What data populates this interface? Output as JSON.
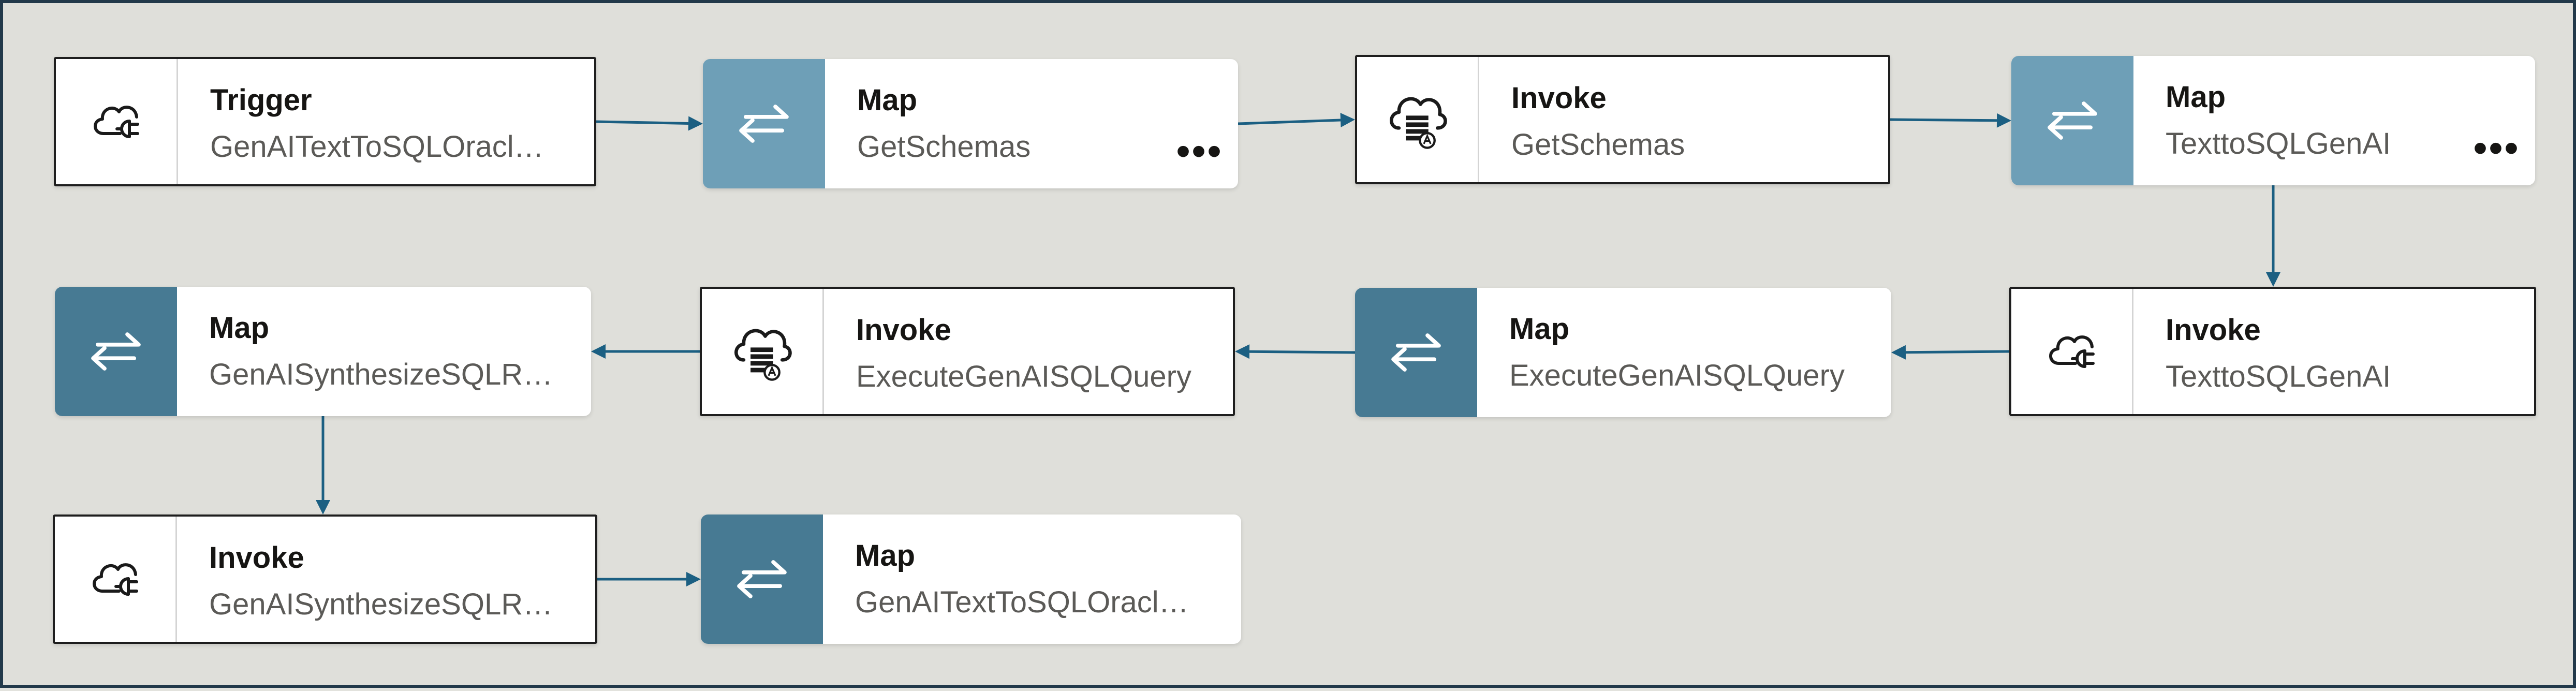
{
  "nodes": [
    {
      "id": "n1",
      "type": "Trigger",
      "name": "GenAITextToSQLOracl…",
      "icon": "cloud-plug-icon",
      "has_more": false
    },
    {
      "id": "n2",
      "type": "Map",
      "name": "GetSchemas",
      "icon": "map-arrows-icon",
      "has_more": true
    },
    {
      "id": "n3",
      "type": "Invoke",
      "name": "GetSchemas",
      "icon": "cloud-database-icon",
      "has_more": false
    },
    {
      "id": "n4",
      "type": "Map",
      "name": "TexttoSQLGenAI",
      "icon": "map-arrows-icon",
      "has_more": true
    },
    {
      "id": "n5",
      "type": "Invoke",
      "name": "TexttoSQLGenAI",
      "icon": "cloud-plug-icon",
      "has_more": false
    },
    {
      "id": "n6",
      "type": "Map",
      "name": "ExecuteGenAISQLQuery",
      "icon": "map-arrows-icon",
      "has_more": false
    },
    {
      "id": "n7",
      "type": "Invoke",
      "name": "ExecuteGenAISQLQuery",
      "icon": "cloud-database-icon",
      "has_more": false
    },
    {
      "id": "n8",
      "type": "Map",
      "name": "GenAISynthesizeSQLR…",
      "icon": "map-arrows-icon",
      "has_more": false
    },
    {
      "id": "n9",
      "type": "Invoke",
      "name": "GenAISynthesizeSQLR…",
      "icon": "cloud-plug-icon",
      "has_more": false
    },
    {
      "id": "n10",
      "type": "Map",
      "name": "GenAITextToSQLOracl…",
      "icon": "map-arrows-icon",
      "has_more": false
    }
  ],
  "more_label": "•••",
  "edges": [
    [
      "n1",
      "n2"
    ],
    [
      "n2",
      "n3"
    ],
    [
      "n3",
      "n4"
    ],
    [
      "n4",
      "n5"
    ],
    [
      "n5",
      "n6"
    ],
    [
      "n6",
      "n7"
    ],
    [
      "n7",
      "n8"
    ],
    [
      "n8",
      "n9"
    ],
    [
      "n9",
      "n10"
    ]
  ],
  "colors": {
    "connector": "#1b5f82",
    "map_light": "#6e9fb7",
    "map_dark": "#477a93",
    "frame": "#22394a",
    "canvas": "#dfdfda"
  }
}
